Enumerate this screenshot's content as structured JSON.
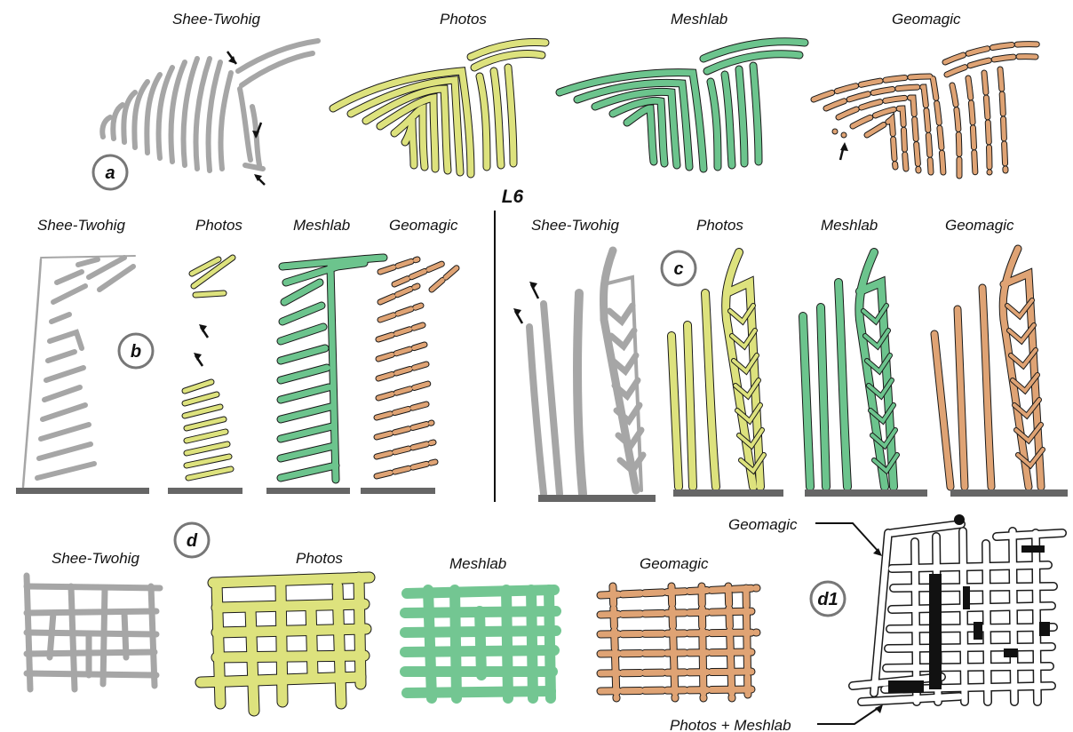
{
  "center_title": "L6",
  "colors": {
    "shee_twohig": "#a6a6a6",
    "photos": "#dde27d",
    "meshlab": "#6cc48d",
    "geomagic": "#dfa374",
    "baseline": "#666666",
    "outline": "#1a1a1a"
  },
  "panels": {
    "a": {
      "letter": "a",
      "labels": [
        "Shee-Twohig",
        "Photos",
        "Meshlab",
        "Geomagic"
      ]
    },
    "b": {
      "letter": "b",
      "labels": [
        "Shee-Twohig",
        "Photos",
        "Meshlab",
        "Geomagic"
      ]
    },
    "c": {
      "letter": "c",
      "labels": [
        "Shee-Twohig",
        "Photos",
        "Meshlab",
        "Geomagic"
      ]
    },
    "d": {
      "letter": "d",
      "labels": [
        "Shee-Twohig",
        "Photos",
        "Meshlab",
        "Geomagic"
      ]
    },
    "d1": {
      "letter": "d1",
      "callout_top": "Geomagic",
      "callout_bottom": "Photos + Meshlab"
    }
  },
  "icons": {
    "arrow": "black-arrow-icon"
  }
}
